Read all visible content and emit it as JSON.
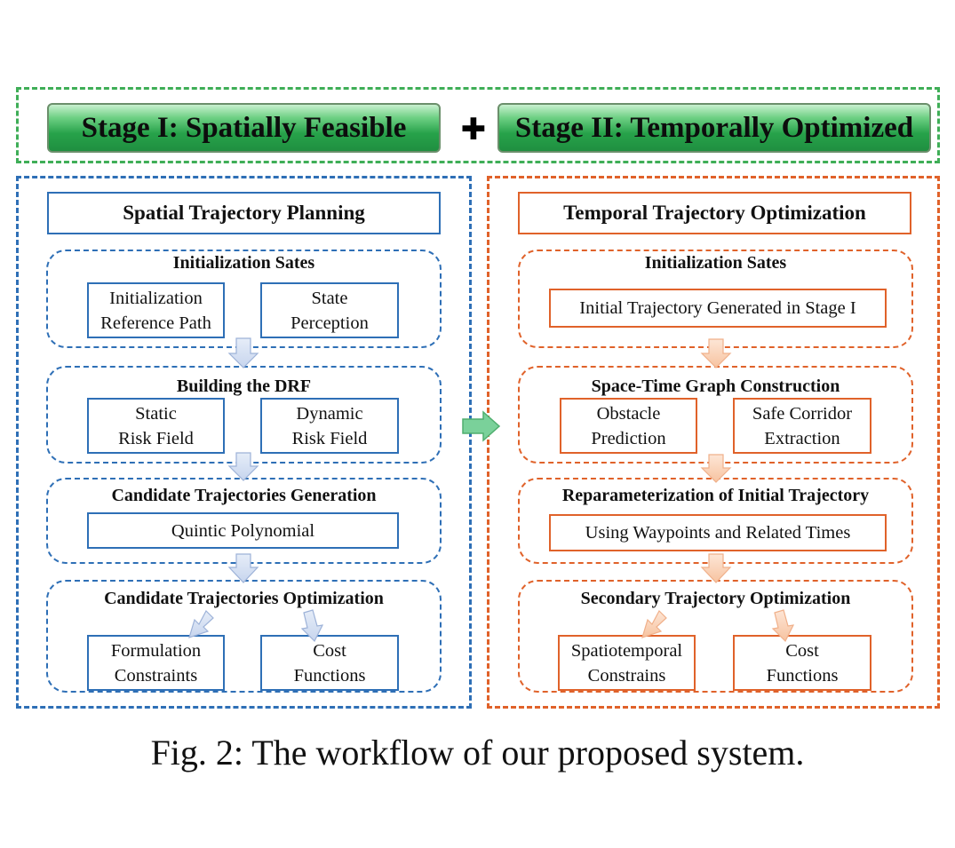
{
  "stage1_label": "Stage I: Spatially Feasible",
  "stage2_label": "Stage II: Temporally Optimized",
  "plus_symbol": "✚",
  "left": {
    "title": "Spatial Trajectory Planning",
    "sections": [
      {
        "title": "Initialization Sates",
        "boxes": [
          [
            "Initialization",
            "Reference Path"
          ],
          [
            "State",
            "Perception"
          ]
        ]
      },
      {
        "title": "Building the DRF",
        "boxes": [
          [
            "Static",
            "Risk Field"
          ],
          [
            "Dynamic",
            "Risk Field"
          ]
        ]
      },
      {
        "title": "Candidate Trajectories Generation",
        "boxes": [
          [
            "Quintic Polynomial"
          ]
        ]
      },
      {
        "title": "Candidate Trajectories Optimization",
        "boxes": [
          [
            "Formulation",
            "Constraints"
          ],
          [
            "Cost",
            "Functions"
          ]
        ]
      }
    ]
  },
  "right": {
    "title": "Temporal Trajectory Optimization",
    "sections": [
      {
        "title": "Initialization Sates",
        "boxes": [
          [
            "Initial Trajectory Generated in Stage I"
          ]
        ]
      },
      {
        "title": "Space-Time Graph Construction",
        "boxes": [
          [
            "Obstacle",
            "Prediction"
          ],
          [
            "Safe Corridor",
            "Extraction"
          ]
        ]
      },
      {
        "title": "Reparameterization of Initial Trajectory",
        "boxes": [
          [
            "Using Waypoints and Related Times"
          ]
        ]
      },
      {
        "title": "Secondary Trajectory Optimization",
        "boxes": [
          [
            "Spatiotemporal",
            "Constrains"
          ],
          [
            "Cost",
            "Functions"
          ]
        ]
      }
    ]
  },
  "caption": "Fig. 2: The workflow of our proposed system.",
  "colors": {
    "green": "#3fae57",
    "blue": "#2e6fb6",
    "orange": "#e0622a",
    "arrow_blue_fill": "#d3dff3",
    "arrow_orange_fill": "#fbd8c0",
    "arrow_green_fill": "#7ad19a"
  }
}
